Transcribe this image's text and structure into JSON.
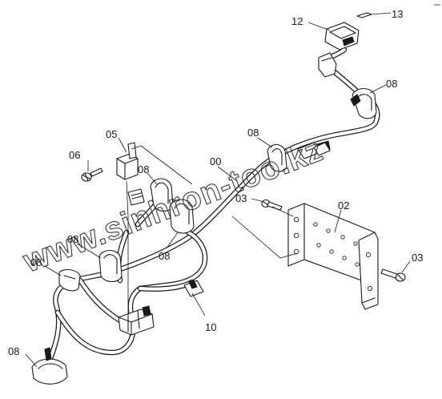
{
  "watermark": "www.sinhron-too.kz",
  "callouts": {
    "c12": "12",
    "c13": "13",
    "c08_top": "08",
    "c08_mid": "08",
    "c05": "05",
    "c06": "06",
    "c08_relay": "08",
    "c00": "00",
    "c03_upper": "03",
    "c02": "02",
    "c08_left1": "08",
    "c08_left2": "08",
    "c08_center": "08",
    "c03_right": "03",
    "c10": "10",
    "c08_bottom": "08"
  }
}
